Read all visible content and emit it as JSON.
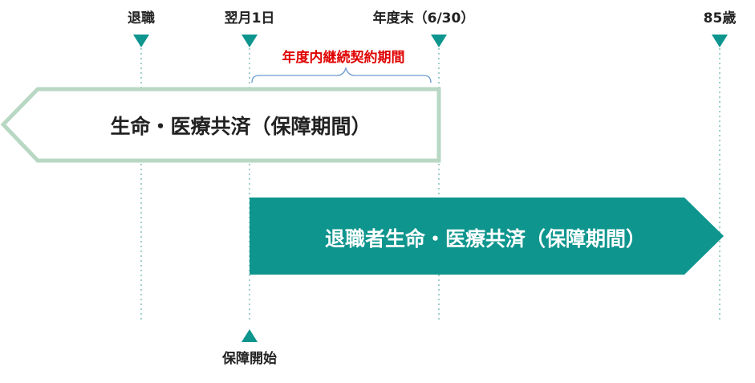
{
  "milestones": [
    {
      "id": "retire",
      "label": "退職"
    },
    {
      "id": "next-month",
      "label": "翌月1日"
    },
    {
      "id": "fiscal-end",
      "label": "年度末（6/30）"
    },
    {
      "id": "age85",
      "label": "85歳"
    }
  ],
  "lower_label": "保障開始",
  "period_label": "年度内継続契約期間",
  "arrow_life": "生命・医療共済（保障期間）",
  "arrow_retiree": "退職者生命・医療共済（保障期間）",
  "colors": {
    "teal": "#0e958e",
    "pale_green_border": "#b8d8c4",
    "guide_line": "#9fd0cc",
    "marker": "#0e958e",
    "period_text": "#e00000",
    "brace": "#6a9ad0",
    "text": "#222222",
    "white": "#ffffff"
  }
}
